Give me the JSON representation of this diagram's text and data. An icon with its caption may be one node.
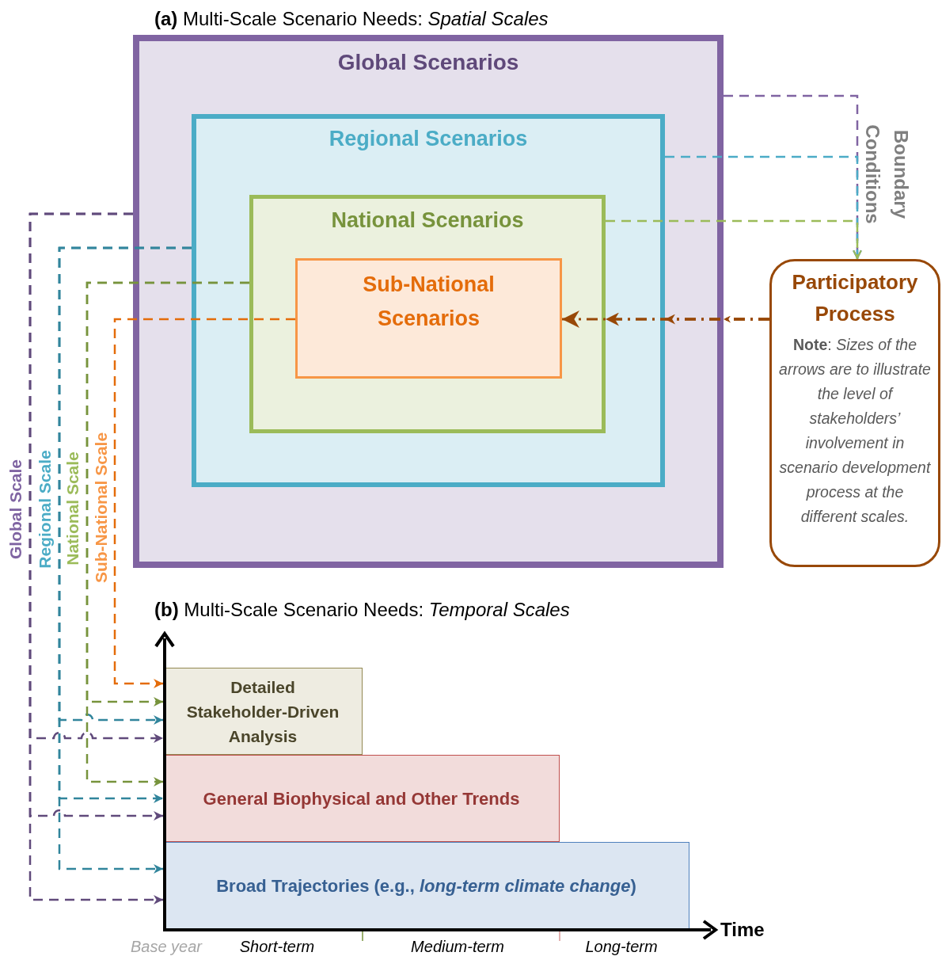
{
  "diagram": {
    "nodes": [
      {
        "text": [
          "Global Scenarios"
        ]
      },
      {
        "text": [
          "Regional Scenarios"
        ],
        "in": 0
      },
      {
        "text": [
          "National Scenarios"
        ],
        "in": 1
      },
      {
        "text": [
          "Sub-National Scenarios"
        ],
        "in": 2
      },
      {
        "text": [
          "Participatory Process",
          "**Note**: *Sizes of the arrows are to illustrate the level of stakeholders’ involvement in scenario development process at the different scales.*"
        ]
      },
      {
        "text": [
          "Detailed Stakeholder-Driven Analysis"
        ]
      },
      {
        "text": [
          "General Biophysical and Other Trends"
        ]
      },
      {
        "text": [
          "Broad Trajectories (e.g., *long-term climate change*)"
        ]
      }
    ],
    "edges": [
      {
        "from": 0,
        "to": 4,
        "arrow": "to",
        "style": "dashed",
        "color": "#8064a2"
      },
      {
        "from": 1,
        "to": 4,
        "arrow": "to",
        "style": "dashed",
        "color": "#4bacc6"
      },
      {
        "from": 2,
        "to": 4,
        "arrow": "to",
        "style": "dashed",
        "color": "#9bbb59"
      },
      {
        "from": 4,
        "to": 0,
        "arrow": "to",
        "style": "dashed",
        "color": "#984807"
      },
      {
        "from": 4,
        "to": 1,
        "arrow": "to",
        "style": "dashed",
        "color": "#984807"
      },
      {
        "from": 4,
        "to": 2,
        "arrow": "to",
        "style": "dashed",
        "color": "#984807"
      },
      {
        "from": 4,
        "to": 3,
        "arrow": "to",
        "style": "dashed",
        "color": "#984807"
      },
      {
        "from": 0,
        "to": 5,
        "arrow": "to",
        "style": "dashed",
        "color": "#604a7b"
      },
      {
        "from": 0,
        "to": 6,
        "arrow": "to",
        "style": "dashed",
        "color": "#604a7b"
      },
      {
        "from": 0,
        "to": 7,
        "arrow": "to",
        "style": "dashed",
        "color": "#604a7b"
      },
      {
        "from": 1,
        "to": 5,
        "arrow": "to",
        "style": "dashed",
        "color": "#31859c"
      },
      {
        "from": 1,
        "to": 6,
        "arrow": "to",
        "style": "dashed",
        "color": "#31859c"
      },
      {
        "from": 1,
        "to": 7,
        "arrow": "to",
        "style": "dashed",
        "color": "#31859c"
      },
      {
        "from": 2,
        "to": 5,
        "arrow": "to",
        "style": "dashed",
        "color": "#77933c"
      },
      {
        "from": 2,
        "to": 6,
        "arrow": "to",
        "style": "dashed",
        "color": "#77933c"
      },
      {
        "from": 3,
        "to": 5,
        "arrow": "to",
        "style": "dashed",
        "color": "#e46c0a"
      }
    ],
    "labels": [
      "**(a)** Multi-Scale Scenario Needs: *Spatial Scales*",
      "Boundary Conditions",
      "Global Scale",
      "Regional Scale",
      "National Scale",
      "Sub-National Scale",
      "**(b)** Multi-Scale Scenario Needs: *Temporal Scales*",
      "Time",
      "Base year",
      "Short-term",
      "Medium-term",
      "Long-term"
    ]
  }
}
